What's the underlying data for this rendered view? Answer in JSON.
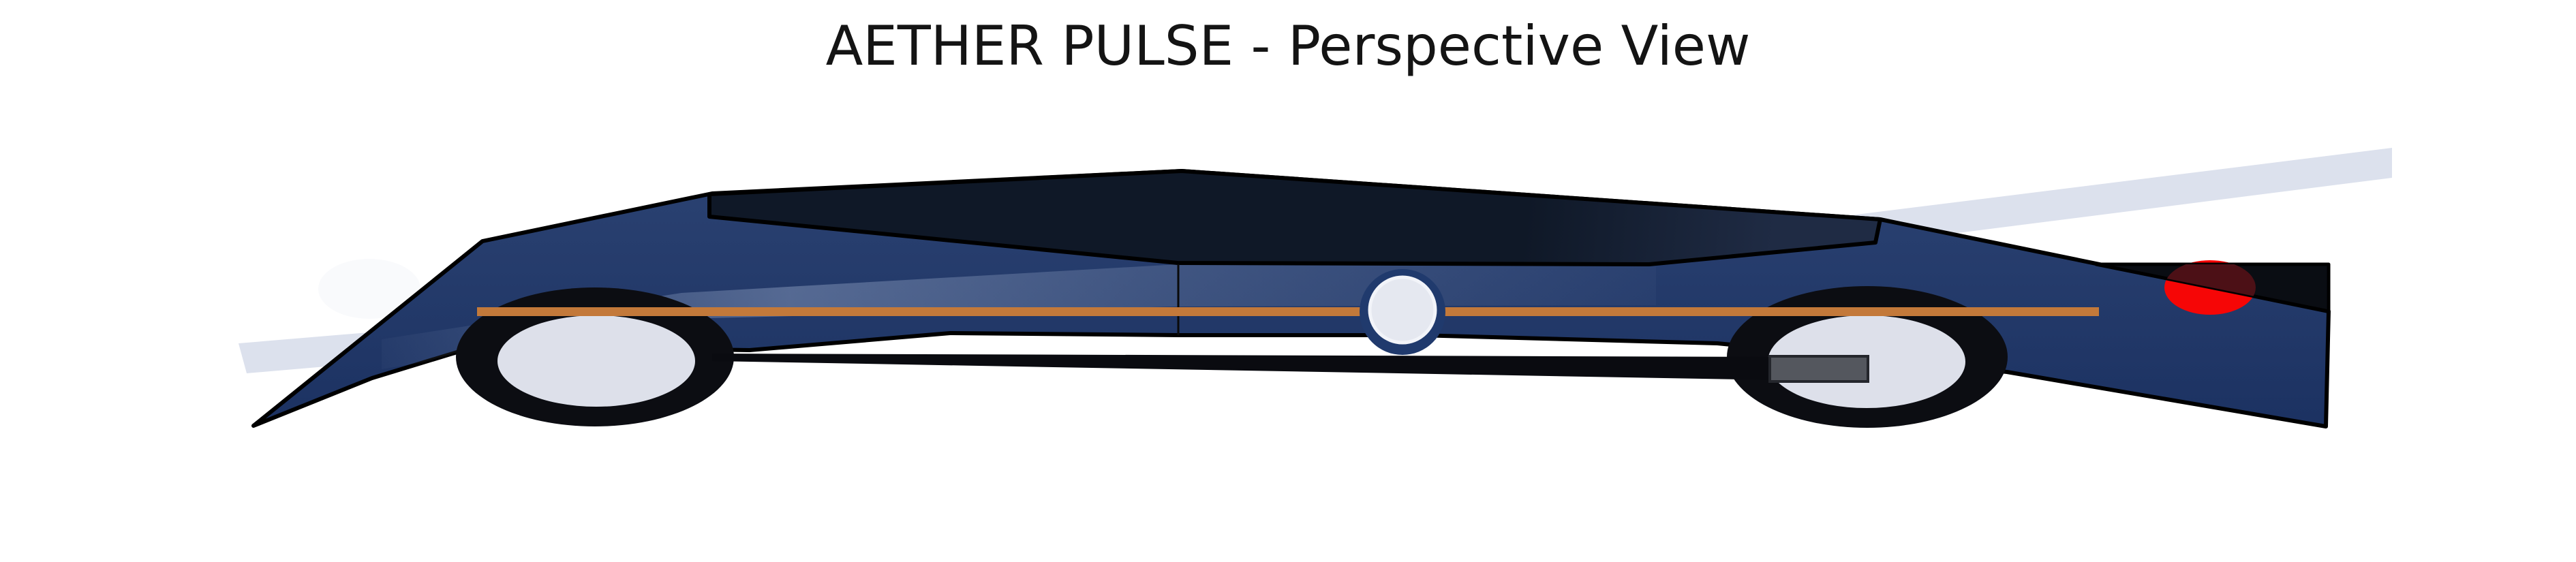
{
  "title": "AETHER PULSE - Perspective View",
  "vehicle_name": "AETHER PULSE",
  "view_name": "Perspective View",
  "colors": {
    "background": "#ffffff",
    "title_text": "#141414",
    "outline": "#000000",
    "body_top": "#2b4272",
    "body_bottom": "#1b3161",
    "canopy_dark": "#0f1827",
    "canopy_sheen": "#1f2b44",
    "reflection_tint": "#c9d8f2",
    "stripe": "#c3793a",
    "tire": "#0c0d12",
    "hub": "#dde0ea",
    "brake_pad": "#54575e",
    "brake_pad_border": "#24262c",
    "underbody": "#0a0b10",
    "rear_deck": "#0a0d13",
    "taillight": "#f60606",
    "taillight_shaded": "#4c1016",
    "handle_fill": "#e5e8f0",
    "handle_ring": "#f2f4f9",
    "handle_backing": "#203a6d",
    "door_seam": "#0a0a0a",
    "speed_streak": "#dce1ed",
    "headlight_glow": "#f9fafc"
  }
}
